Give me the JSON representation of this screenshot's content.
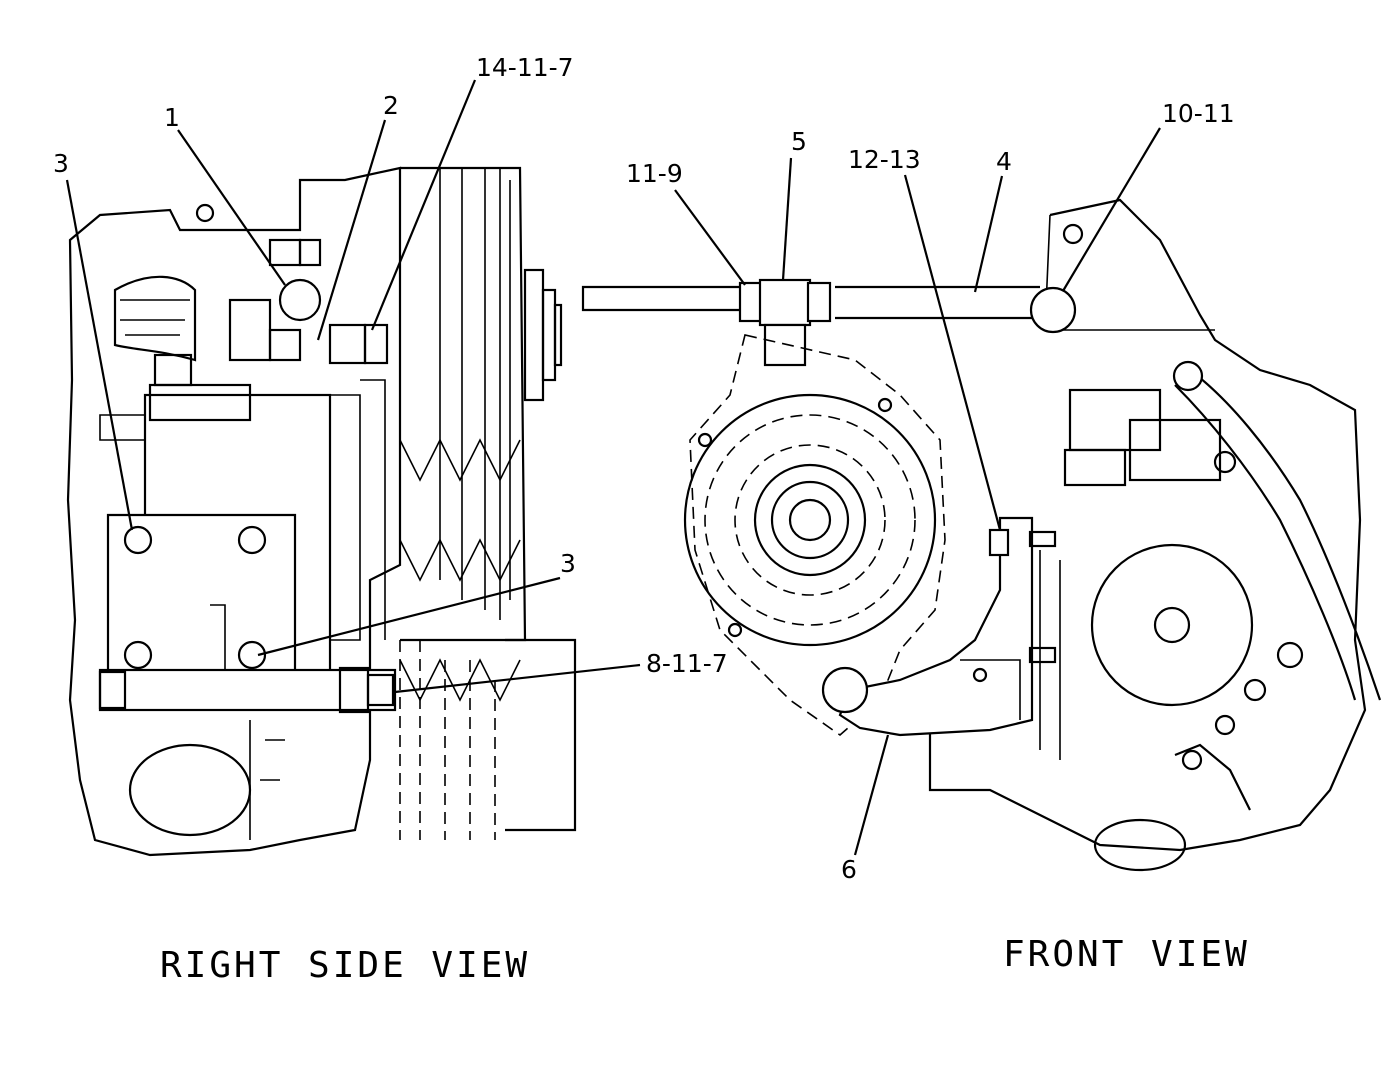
{
  "views": {
    "right_side": {
      "title": "RIGHT SIDE VIEW"
    },
    "front": {
      "title": "FRONT VIEW"
    }
  },
  "callouts": {
    "right_side": {
      "c1": "1",
      "c2": "2",
      "c3_top": "3",
      "c3_bottom": "3",
      "c14": "14-11-7",
      "c8": "8-11-7"
    },
    "front": {
      "c11": "11-9",
      "c5": "5",
      "c12": "12-13",
      "c4": "4",
      "c10": "10-11",
      "c6": "6"
    }
  }
}
